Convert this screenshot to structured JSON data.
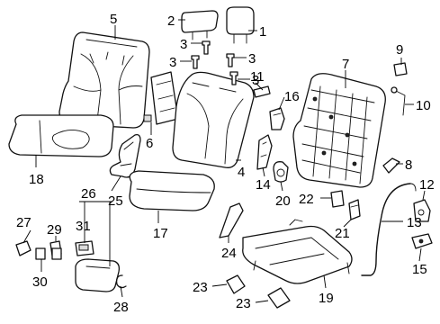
{
  "callouts": {
    "c1": "1",
    "c2": "2",
    "c3a": "3",
    "c3b": "3",
    "c3c": "3",
    "c3d": "3",
    "c4": "4",
    "c5": "5",
    "c6": "6",
    "c7": "7",
    "c8": "8",
    "c9": "9",
    "c10": "10",
    "c11": "11",
    "c12": "12",
    "c13": "13",
    "c14": "14",
    "c15": "15",
    "c16": "16",
    "c17": "17",
    "c18": "18",
    "c19": "19",
    "c20": "20",
    "c21": "21",
    "c22": "22",
    "c23a": "23",
    "c23b": "23",
    "c24": "24",
    "c25": "25",
    "c26": "26",
    "c27": "27",
    "c28": "28",
    "c29": "29",
    "c30": "30",
    "c31": "31"
  }
}
